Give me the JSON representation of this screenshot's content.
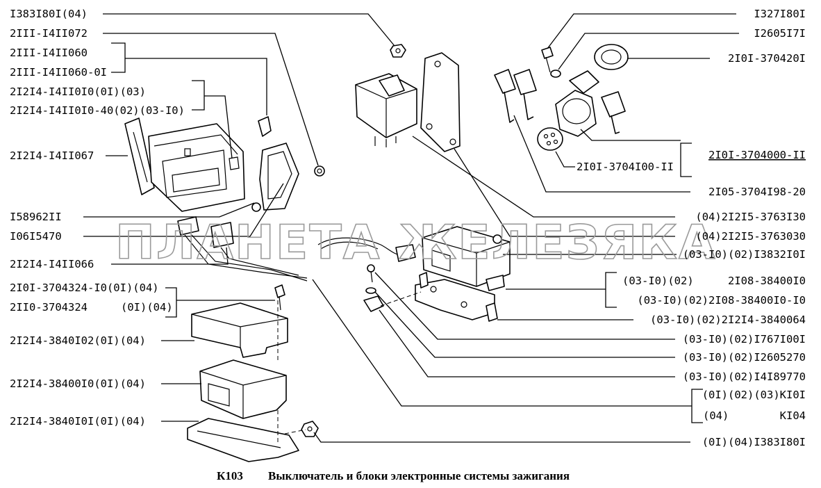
{
  "caption": {
    "code": "К103",
    "title": "Выключатель и блоки электронные системы зажигания"
  },
  "watermark": "ПЛАНЕТА ЖЕЛЕЗЯКА",
  "labels": {
    "l_13831801_04": "I383I80I(04)",
    "l_2111_14110072": "2III-I4II072",
    "l_2111_14110060": "2III-I4II060",
    "l_2111_14110060_01": "2III-I4II060-0I",
    "l_21214_14110010": "2I2I4-I4II0I0(0I)(03)",
    "l_21214_14110010_40": "2I2I4-I4II0I0-40(02)(03-I0)",
    "l_21214_14110067": "2I2I4-I4II067",
    "l_15896211": "I58962II",
    "l_10615470": "I06I5470",
    "l_21214_14110066": "2I2I4-I4II066",
    "l_2101_3704324_10": "2I0I-3704324-I0(0I)(04)",
    "l_2110_3704324": "2II0-3704324",
    "l_2110_3704324_suffix": "(0I)(04)",
    "l_21214_3840102": "2I2I4-3840I02(0I)(04)",
    "l_21214_3840010": "2I2I4-38400I0(0I)(04)",
    "l_21214_3840101": "2I2I4-3840I0I(0I)(04)",
    "r_1327180": "I327I80I",
    "r_1260517": "I2605I7I",
    "r_2101_3704201": "2I0I-370420I",
    "r_2101_3704000_11": "2I0I-3704000-II",
    "r_2101_3704100_11": "2I0I-3704I00-II",
    "r_2105_3704198_20": "2I05-3704I98-20",
    "r_04_21215_3763130": "(04)2I2I5-3763I30",
    "r_04_21215_3763030": "(04)2I2I5-3763030",
    "r_03_13832101": "(03-I0)(02)I3832I0I",
    "r_03_02_a": "(03-I0)(02)",
    "r_2108_3840010": "2I08-38400I0",
    "r_03_02_2108_3840010_10": "(03-I0)(02)2I08-38400I0-I0",
    "r_03_21214_3840064": "(03-I0)(02)2I2I4-3840064",
    "r_03_1767100": "(03-I0)(02)I767I00I",
    "r_03_12605270": "(03-I0)(02)I2605270",
    "r_03_14189770": "(03-I0)(02)I4I89770",
    "r_k101": "(0I)(02)(03)КI0I",
    "r_04": "(04)",
    "r_k104": "КI04",
    "r_01_04_13831801": "(0I)(04)I383I80I"
  }
}
